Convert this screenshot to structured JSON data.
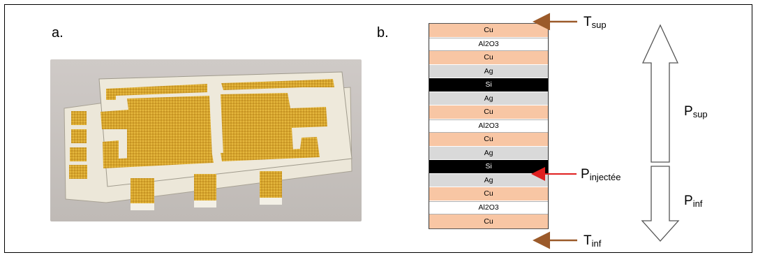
{
  "panels": {
    "a_label": "a.",
    "b_label": "b."
  },
  "stack_layers": [
    {
      "label": "Cu",
      "color": "#f8c6a4",
      "text_color": "#000000"
    },
    {
      "label": "Al2O3",
      "color": "#ffffff",
      "text_color": "#000000"
    },
    {
      "label": "Cu",
      "color": "#f8c6a4",
      "text_color": "#000000"
    },
    {
      "label": "Ag",
      "color": "#d9d9d9",
      "text_color": "#000000"
    },
    {
      "label": "Si",
      "color": "#000000",
      "text_color": "#ffffff"
    },
    {
      "label": "Ag",
      "color": "#d9d9d9",
      "text_color": "#000000"
    },
    {
      "label": "Cu",
      "color": "#f8c6a4",
      "text_color": "#000000"
    },
    {
      "label": "Al2O3",
      "color": "#ffffff",
      "text_color": "#000000"
    },
    {
      "label": "Cu",
      "color": "#f8c6a4",
      "text_color": "#000000"
    },
    {
      "label": "Ag",
      "color": "#d9d9d9",
      "text_color": "#000000"
    },
    {
      "label": "Si",
      "color": "#000000",
      "text_color": "#ffffff"
    },
    {
      "label": "Ag",
      "color": "#d9d9d9",
      "text_color": "#000000"
    },
    {
      "label": "Cu",
      "color": "#f8c6a4",
      "text_color": "#000000"
    },
    {
      "label": "Al2O3",
      "color": "#ffffff",
      "text_color": "#000000"
    },
    {
      "label": "Cu",
      "color": "#f8c6a4",
      "text_color": "#000000"
    }
  ],
  "annotations": {
    "t_sup": {
      "main": "T",
      "sub": "sup"
    },
    "t_inf": {
      "main": "T",
      "sub": "inf"
    },
    "p_injectee": {
      "main": "P",
      "sub": "injectée"
    },
    "p_sup": {
      "main": "P",
      "sub": "sup"
    },
    "p_inf": {
      "main": "P",
      "sub": "inf"
    }
  },
  "colors": {
    "temperature_arrow": "#9b5a2a",
    "injection_arrow": "#e02020",
    "gold": "#d4a12a",
    "substrate": "#e9e4d6"
  }
}
